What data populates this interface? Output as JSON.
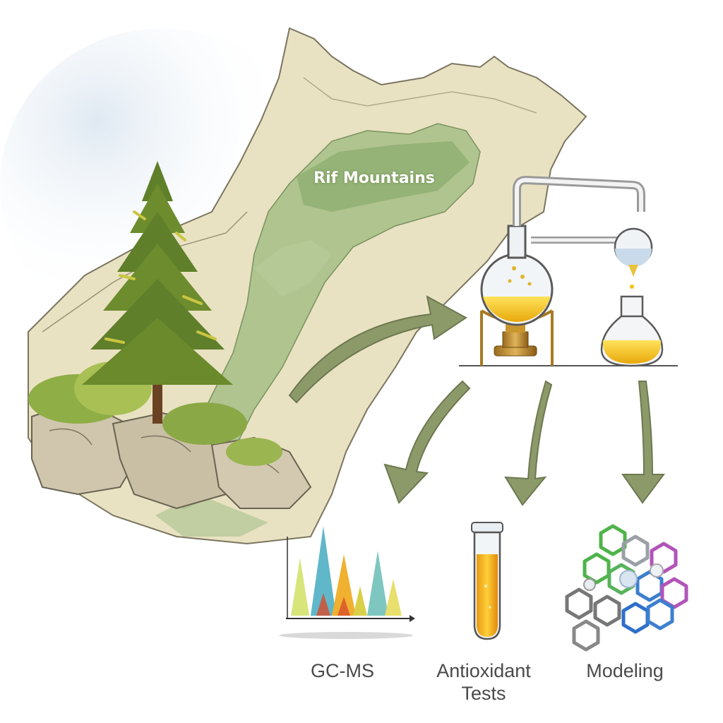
{
  "region": {
    "label": "Rif Mountains"
  },
  "outputs": {
    "gcms": "GC-MS",
    "antioxidant_line1": "Antioxidant",
    "antioxidant_line2": "Tests",
    "modeling": "Modeling"
  },
  "colors": {
    "arrow": "#8c9a6a",
    "mountain": "#e8e0bf",
    "forest": "#9fb77f",
    "oil": "#f2c21a",
    "brass": "#b8862b"
  },
  "icons": [
    "pine-tree-icon",
    "distillation-apparatus-icon",
    "chromatogram-icon",
    "test-tube-icon",
    "molecule-icon"
  ]
}
